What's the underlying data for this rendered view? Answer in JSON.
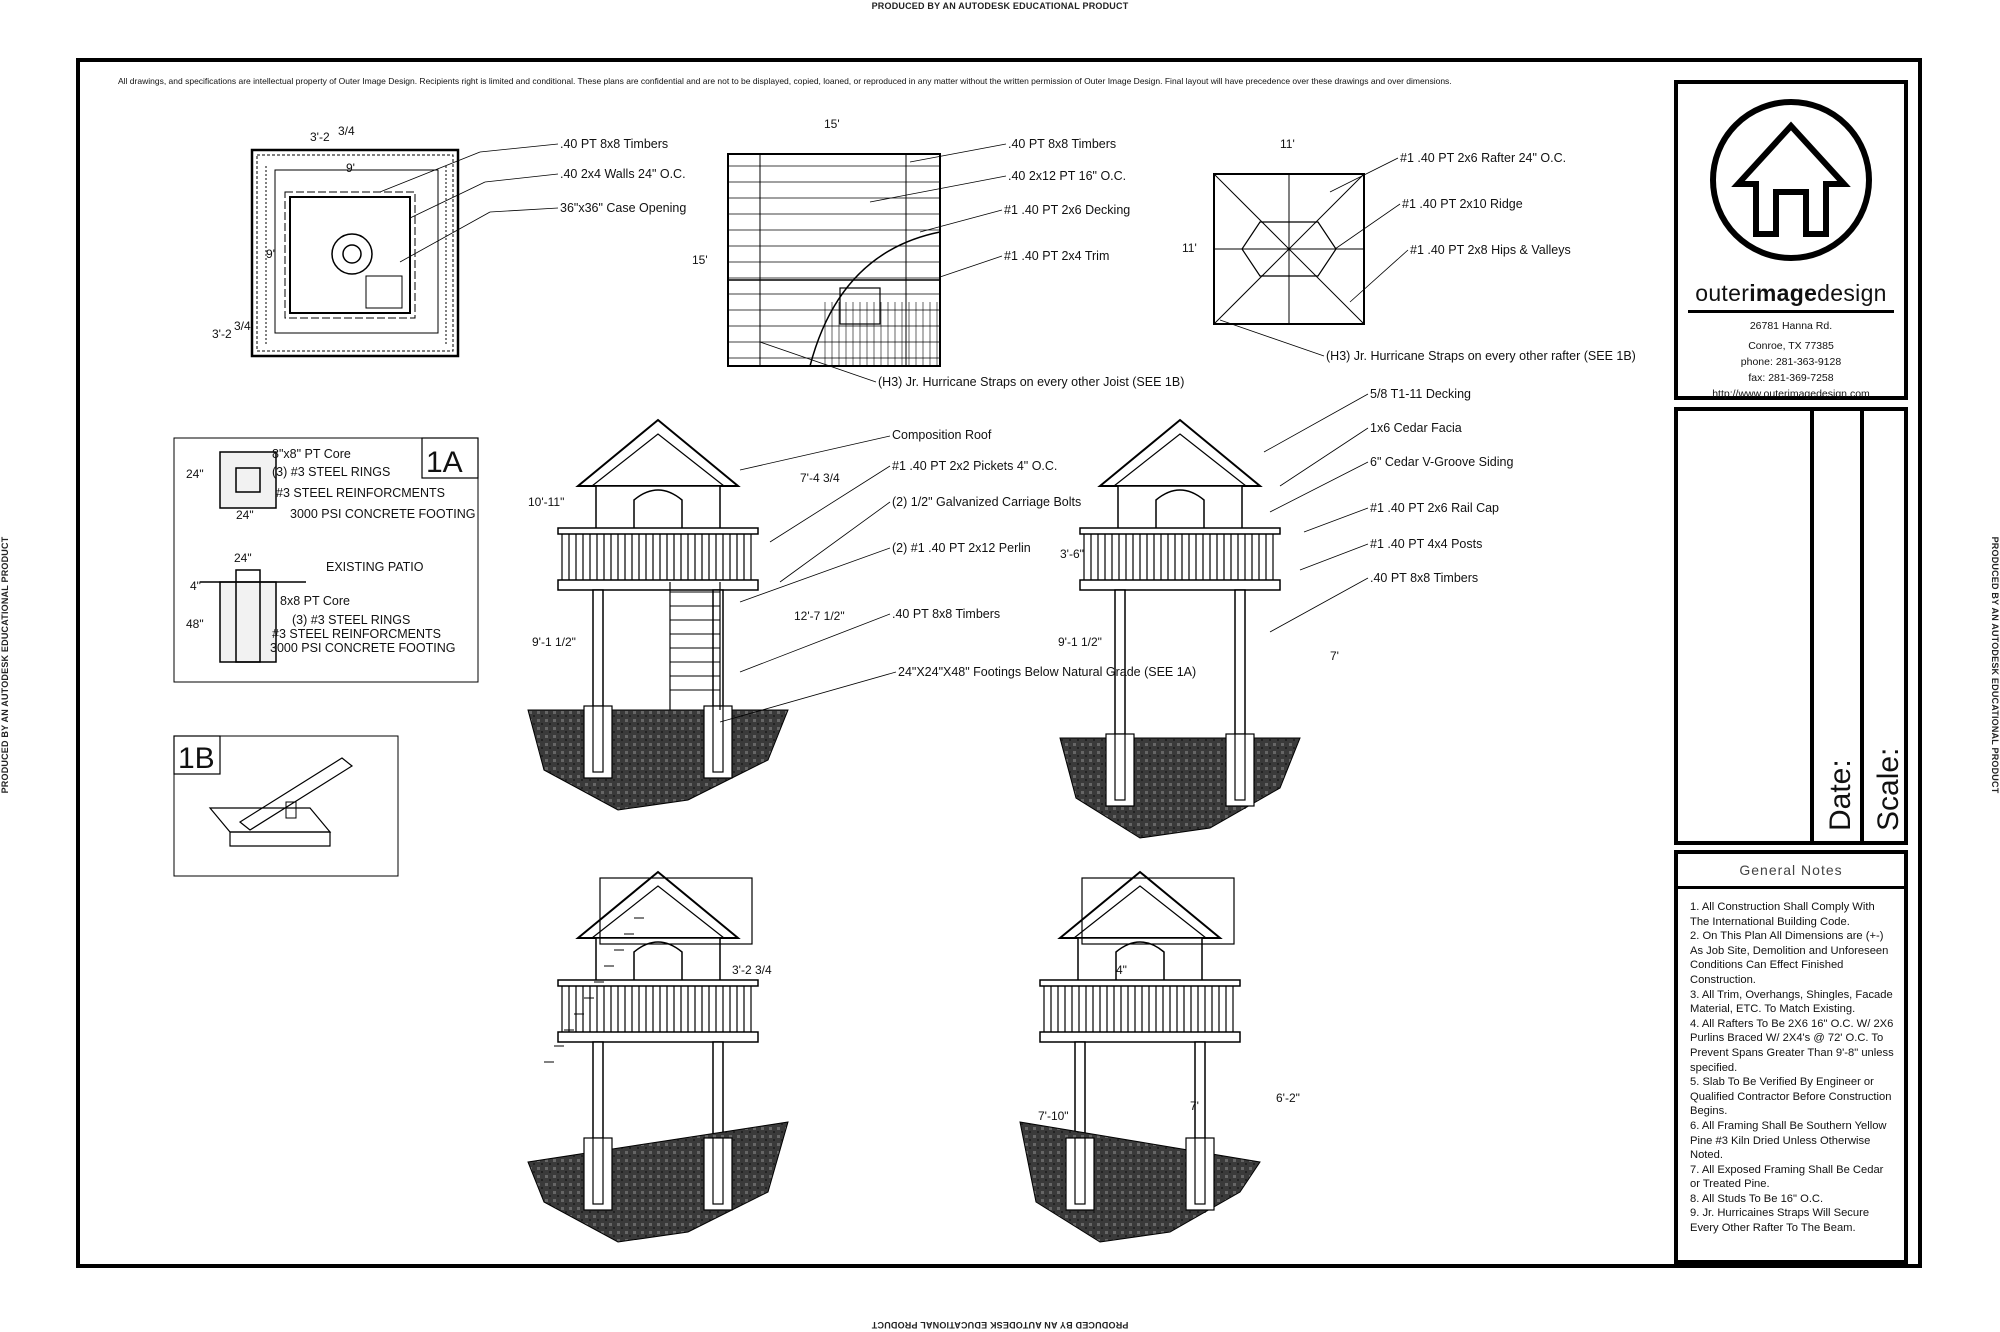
{
  "watermark": "PRODUCED BY AN AUTODESK EDUCATIONAL PRODUCT",
  "disclaimer": "All drawings, and specifications are intellectual property of Outer Image Design. Recipients right is limited and conditional. These plans are confidential and are not to be displayed, copied, loaned, or reproduced in any matter without the written permission of Outer Image Design. Final layout will have precedence over these drawings and over dimensions.",
  "titleblock": {
    "brand_prefix": "outer",
    "brand_bold": "image",
    "brand_suffix": "design",
    "address1": "26781 Hanna Rd.",
    "address2": "Conroe, TX 77385",
    "phone": "phone: 281-363-9128",
    "fax": "fax: 281-369-7258",
    "url": "http://www.outerimagedesign.com",
    "date_label": "Date:",
    "scale_label": "Scale:"
  },
  "notes": {
    "title": "General Notes",
    "items": [
      "1. All Construction Shall Comply With The International Building Code.",
      "2. On This Plan All Dimensions are (+-) As Job Site, Demolition and Unforeseen Conditions Can Effect Finished Construction.",
      "3. All Trim, Overhangs, Shingles, Facade Material, ETC. To Match Existing.",
      "4. All Rafters To Be 2X6 16\" O.C. W/ 2X6 Purlins Braced W/ 2X4's @ 72' O.C. To Prevent Spans Greater Than 9'-8\" unless specified.",
      "5. Slab To Be Verified By Engineer or Qualified Contractor Before Construction Begins.",
      "6. All Framing Shall Be Southern Yellow Pine #3 Kiln Dried Unless Otherwise Noted.",
      "7. All Exposed Framing Shall Be Cedar or Treated Pine.",
      "8. All Studs To Be 16\" O.C.",
      "9. Jr. Hurricaines Straps Will Secure Every Other Rafter To The Beam."
    ]
  },
  "plan1": {
    "labels": [
      ".40 PT 8x8 Timbers",
      ".40 2x4 Walls 24\" O.C.",
      "36\"x36\" Case Opening"
    ],
    "dims": [
      "3'-2",
      "3/4",
      "9'",
      "9'",
      "3'-2",
      "3/4"
    ]
  },
  "plan2": {
    "labels": [
      ".40 PT 8x8 Timbers",
      ".40 2x12 PT 16\" O.C.",
      "#1 .40 PT 2x6 Decking",
      "#1 .40 PT 2x4 Trim",
      "(H3) Jr. Hurricane Straps on every other Joist (SEE 1B)"
    ],
    "dims": [
      "15'",
      "15'"
    ]
  },
  "plan3": {
    "labels": [
      "#1 .40 PT 2x6 Rafter 24\" O.C.",
      "#1 .40 PT 2x10 Ridge",
      "#1 .40 PT 2x8 Hips & Valleys",
      "(H3) Jr. Hurricane Straps on every other rafter (SEE 1B)"
    ],
    "dims": [
      "11'",
      "11'"
    ]
  },
  "detail1a": {
    "tag": "1A",
    "labels": [
      "8\"x8\" PT Core",
      "(3) #3 STEEL RINGS",
      "#3 STEEL REINFORCMENTS",
      "3000 PSI CONCRETE FOOTING",
      "EXISTING PATIO",
      "8x8 PT Core",
      "(3) #3 STEEL RINGS",
      "#3 STEEL REINFORCMENTS",
      "3000 PSI CONCRETE FOOTING"
    ],
    "dims": [
      "24\"",
      "24\"",
      "24\"",
      "4\"",
      "48\""
    ]
  },
  "detail1b": {
    "tag": "1B"
  },
  "elev1": {
    "labels": [
      "Composition Roof",
      "#1 .40 PT 2x2 Pickets 4\" O.C.",
      "(2) 1/2\" Galvanized Carriage Bolts",
      "(2) #1 .40 PT 2x12 Perlin",
      ".40 PT 8x8 Timbers",
      "24\"X24\"X48\" Footings Below Natural Grade (SEE 1A)"
    ],
    "dims": [
      "10'-11\"",
      "7'-4 3/4",
      "12'-7 1/2\"",
      "9'-1 1/2\""
    ]
  },
  "elev2": {
    "labels": [
      "5/8 T1-11 Decking",
      "1x6 Cedar Facia",
      "6\" Cedar V-Groove Siding",
      "#1 .40 PT 2x6 Rail Cap",
      "#1 .40 PT 4x4 Posts",
      ".40 PT 8x8 Timbers"
    ],
    "dims": [
      "3'-6\"",
      "9'-1 1/2\"",
      "7'"
    ]
  },
  "elev3": {
    "dims": [
      "3'-2 3/4"
    ]
  },
  "elev4": {
    "dims": [
      "4\"",
      "7'-10\"",
      "7'",
      "6'-2\""
    ]
  }
}
